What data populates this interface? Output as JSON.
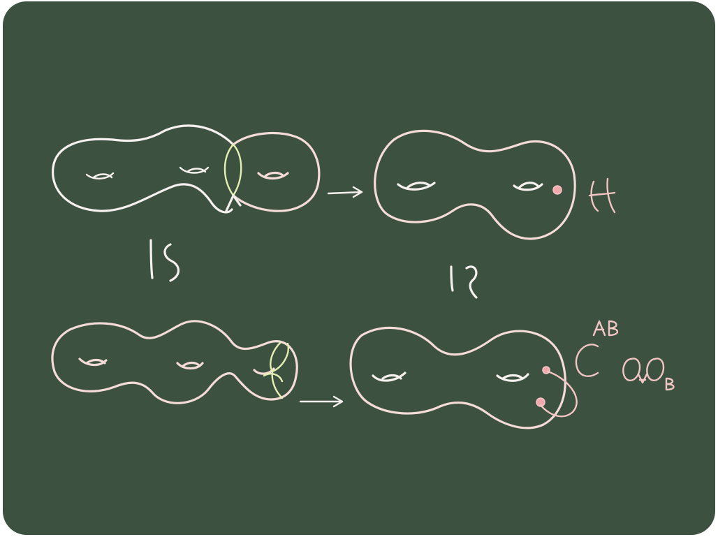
{
  "board": {
    "background": "#3c5140",
    "chalk_white": "#f6f1ee",
    "chalk_yellow": "#e6efb3",
    "chalk_pink": "#f2c6c4"
  },
  "labels": {
    "middle_left_symbol": "|S",
    "middle_right_symbol": "|?",
    "top_right_label": "H",
    "bottom_right_C": "C",
    "bottom_right_AB": "AB",
    "bottom_right_O1": "O",
    "bottom_right_A": "A",
    "bottom_right_O2": "O",
    "bottom_right_B": "B"
  }
}
